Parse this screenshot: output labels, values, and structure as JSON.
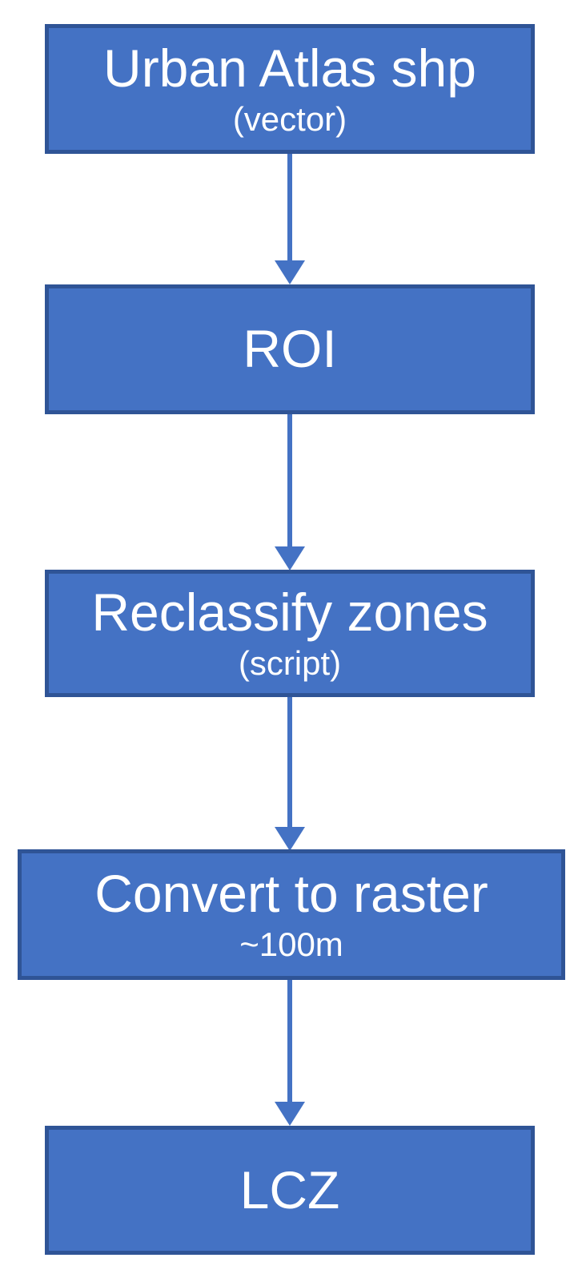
{
  "diagram": {
    "type": "flowchart",
    "direction": "top-down",
    "colors": {
      "node_fill": "#4472c4",
      "node_border": "#2f5496",
      "arrow": "#4472c4",
      "node_text": "#ffffff",
      "background": "#ffffff"
    },
    "nodes": [
      {
        "id": "urban-atlas-shp",
        "label": "Urban Atlas shp",
        "sublabel": "(vector)"
      },
      {
        "id": "roi",
        "label": "ROI",
        "sublabel": ""
      },
      {
        "id": "reclassify-zones",
        "label": "Reclassify zones",
        "sublabel": "(script)"
      },
      {
        "id": "convert-to-raster",
        "label": "Convert to raster",
        "sublabel": "~100m"
      },
      {
        "id": "lcz",
        "label": "LCZ",
        "sublabel": ""
      }
    ],
    "edges": [
      {
        "from": "urban-atlas-shp",
        "to": "roi"
      },
      {
        "from": "roi",
        "to": "reclassify-zones"
      },
      {
        "from": "reclassify-zones",
        "to": "convert-to-raster"
      },
      {
        "from": "convert-to-raster",
        "to": "lcz"
      }
    ]
  }
}
